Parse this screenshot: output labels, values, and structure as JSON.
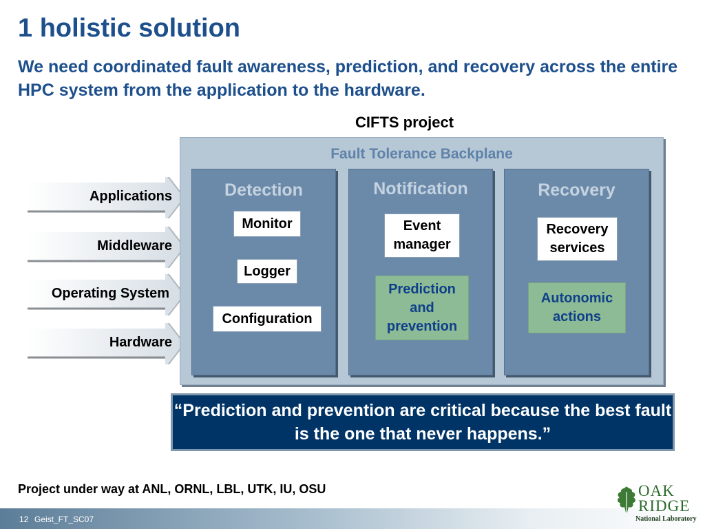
{
  "title": "1 holistic solution",
  "subtitle": "We need coordinated fault awareness, prediction, and recovery across the entire HPC system from the application to the hardware.",
  "project_label": "CIFTS project",
  "layers": [
    "Applications",
    "Middleware",
    "Operating System",
    "Hardware"
  ],
  "backplane": {
    "title": "Fault Tolerance Backplane",
    "columns": {
      "detection": {
        "title": "Detection",
        "items": [
          "Monitor",
          "Logger",
          "Configuration"
        ]
      },
      "notification": {
        "title": "Notification",
        "event_manager": "Event manager",
        "prediction": "Prediction and prevention"
      },
      "recovery": {
        "title": "Recovery",
        "services": "Recovery services",
        "autonomic": "Autonomic actions"
      }
    }
  },
  "quote": "“Prediction and prevention are critical because the best fault is the one that never happens.”",
  "footer_text": "Project under way at ANL, ORNL, LBL, UTK, IU, OSU",
  "slide_number": "12",
  "slide_id": "Geist_FT_SC07",
  "logo": {
    "line1": "OAK",
    "line2": "RIDGE",
    "line3": "National Laboratory"
  },
  "colors": {
    "title_blue": "#1d4f8c",
    "backplane": "#b6c7d6",
    "column": "#6b8aaa",
    "green_box": "#8dbb96",
    "quote_bg": "#003366"
  }
}
